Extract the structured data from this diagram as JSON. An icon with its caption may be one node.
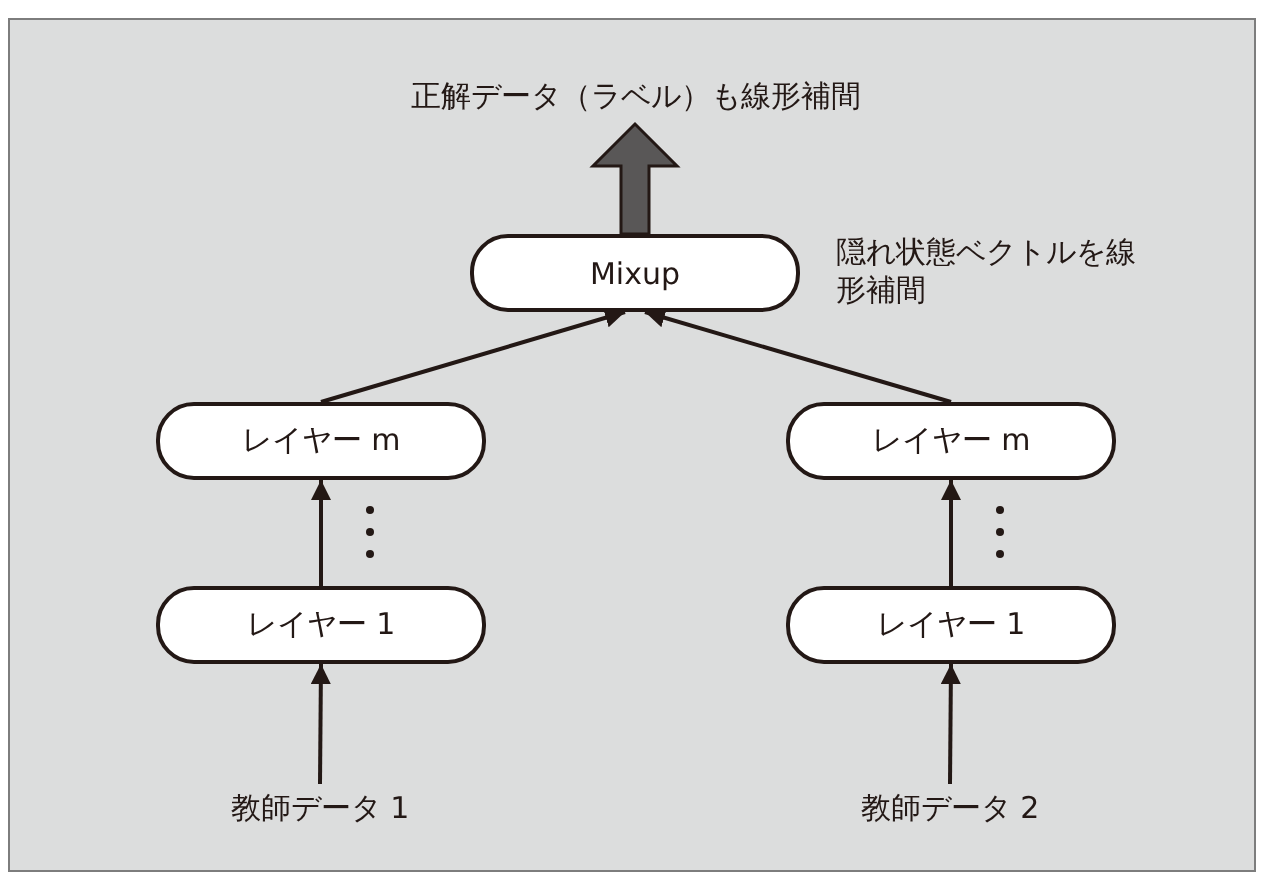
{
  "diagram": {
    "nodes": [
      {
        "text": [
          "正解データ（ラベル）も線形補間"
        ]
      },
      {
        "text": [
          "Mixup"
        ],
        "beside": [
          "隠れ状態ベクトルを線形補間"
        ]
      },
      {
        "text": [
          "レイヤー m"
        ]
      },
      {
        "text": [
          "レイヤー m"
        ]
      },
      {
        "text": [
          "レイヤー 1"
        ]
      },
      {
        "text": [
          "レイヤー 1"
        ]
      },
      {
        "text": [
          "教師データ 1"
        ]
      },
      {
        "text": [
          "教師データ 2"
        ]
      }
    ],
    "edges": [
      {
        "from": 1,
        "to": 0,
        "arrow": "to",
        "style": "thick",
        "color": "#595757"
      },
      {
        "from": 2,
        "to": 1,
        "arrow": "to"
      },
      {
        "from": 3,
        "to": 1,
        "arrow": "to"
      },
      {
        "from": 4,
        "to": 2,
        "arrow": "to"
      },
      {
        "from": 5,
        "to": 3,
        "arrow": "to"
      },
      {
        "from": 6,
        "to": 4,
        "arrow": "to"
      },
      {
        "from": 7,
        "to": 5,
        "arrow": "to"
      }
    ]
  }
}
